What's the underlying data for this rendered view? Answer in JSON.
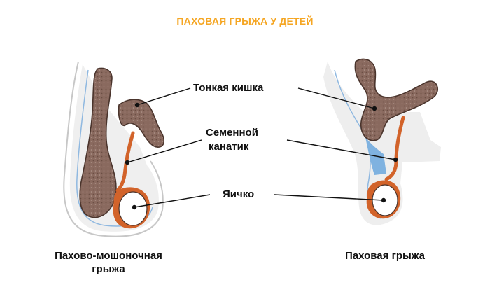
{
  "title": "ПАХОВАЯ ГРЫЖА У ДЕТЕЙ",
  "labels": {
    "small_intestine": "Тонкая кишка",
    "spermatic_cord_line1": "Семенной",
    "spermatic_cord_line2": "канатик",
    "testicle": "Яичко"
  },
  "captions": {
    "left_line1": "Пахово-мошоночная",
    "left_line2": "грыжа",
    "right": "Паховая грыжа"
  },
  "colors": {
    "title": "#f5a623",
    "intestine": "#8a6a5f",
    "intestine_dark": "#5a3f36",
    "cord": "#d2632a",
    "fluid": "#7fb2e0",
    "tissue": "#ededed",
    "membrane": "#c9dcef"
  }
}
